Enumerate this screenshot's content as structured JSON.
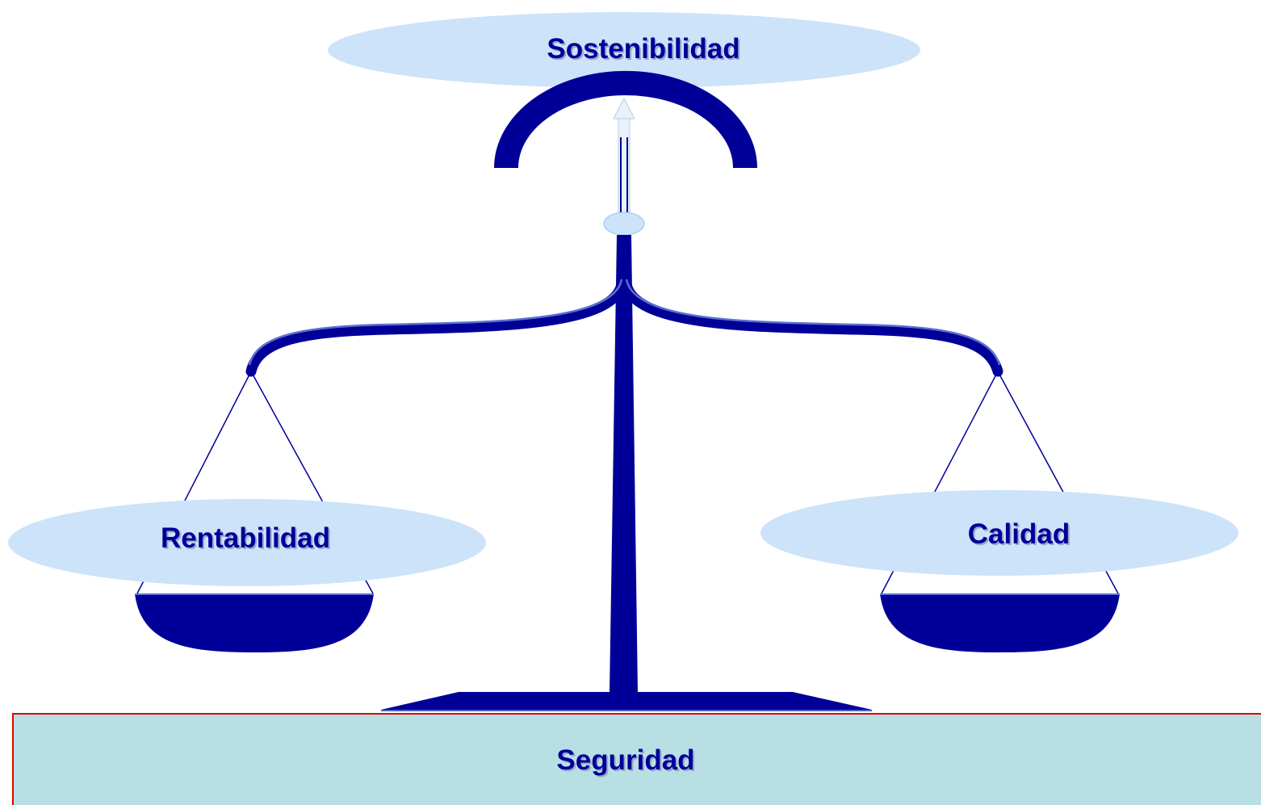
{
  "diagram": {
    "top": {
      "label": "Sostenibilidad"
    },
    "left_pan": {
      "label": "Rentabilidad"
    },
    "right_pan": {
      "label": "Calidad"
    },
    "base": {
      "label": "Seguridad"
    }
  },
  "colors": {
    "scale": "#000099",
    "ellipse_fill": "#cce3fa",
    "base_fill": "#b8e0e4",
    "base_border": "#e00000",
    "text": "#000099"
  }
}
